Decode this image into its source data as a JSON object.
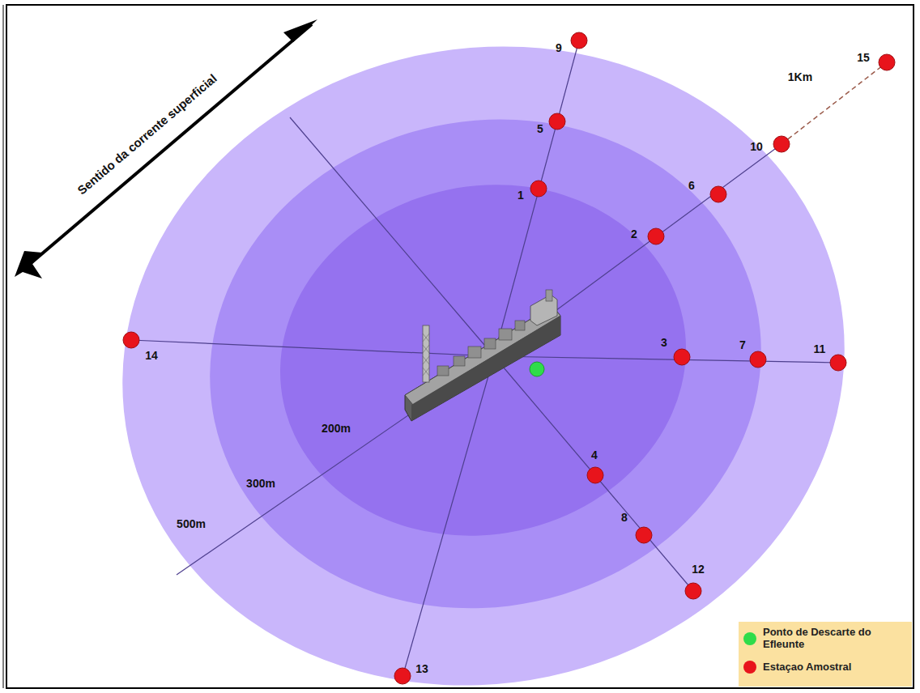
{
  "diagram": {
    "labels": [
      "Sentido da corrente superficial",
      "9",
      "15",
      "1Km",
      "5",
      "10",
      "1",
      "6",
      "2",
      "14",
      "3",
      "7",
      "11",
      "200m",
      "4",
      "300m",
      "8",
      "12",
      "500m",
      "13"
    ],
    "legend": [
      {
        "text": "Ponto de Descarte do Efleunte",
        "color": "#2fdc4a"
      },
      {
        "text": "Estaçao Amostral",
        "color": "#e8141c"
      }
    ]
  }
}
